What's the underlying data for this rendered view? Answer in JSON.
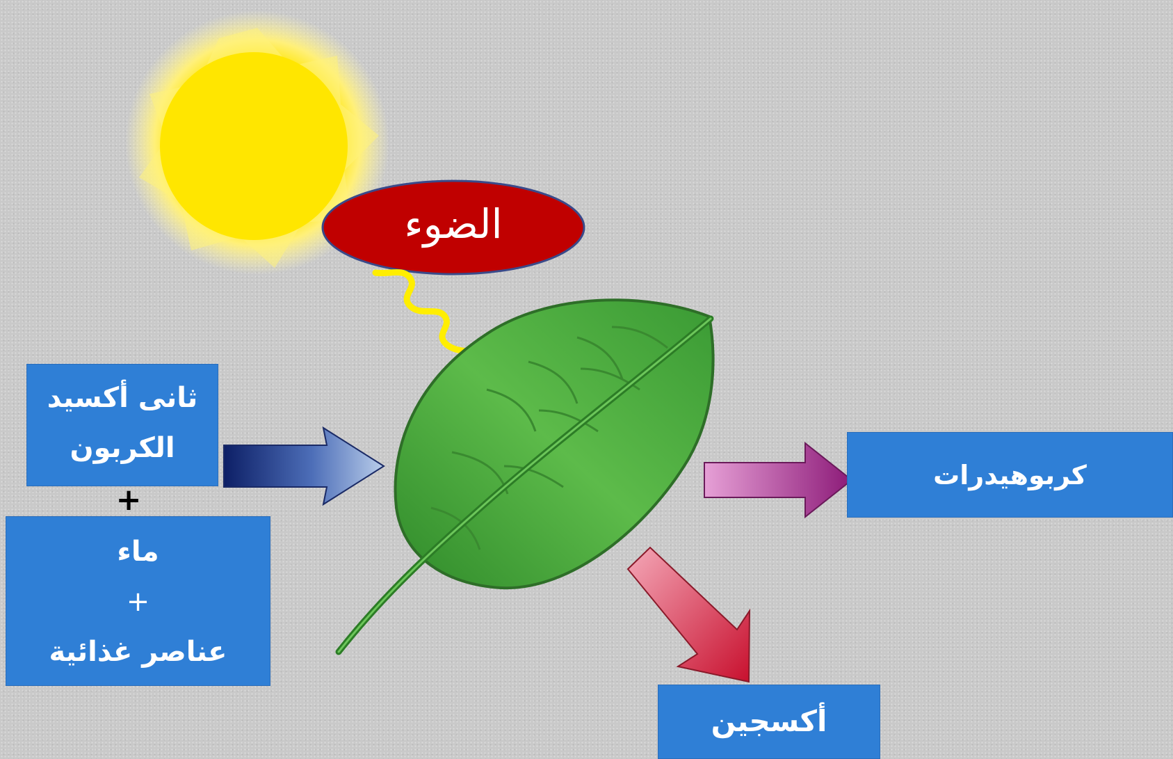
{
  "light_label": "الضوء",
  "inputs": {
    "co2_line1": "ثانى أكسيد",
    "co2_line2": "الكربون",
    "plus_between": "+",
    "water": "ماء",
    "plus_inner": "+",
    "nutrients": "عناصر غذائية"
  },
  "outputs": {
    "carbohydrates": "كربوهيدرات",
    "oxygen": "أكسجين"
  },
  "colors": {
    "background": "#c9c9c9",
    "box_fill": "#2f7fd6",
    "light_ellipse": "#c00000",
    "sun": "#ffe600",
    "leaf": "#4aa83a",
    "arrow_in": "#2a3f8a",
    "arrow_carbs": "#a0308a",
    "arrow_oxygen": "#d02a48"
  }
}
